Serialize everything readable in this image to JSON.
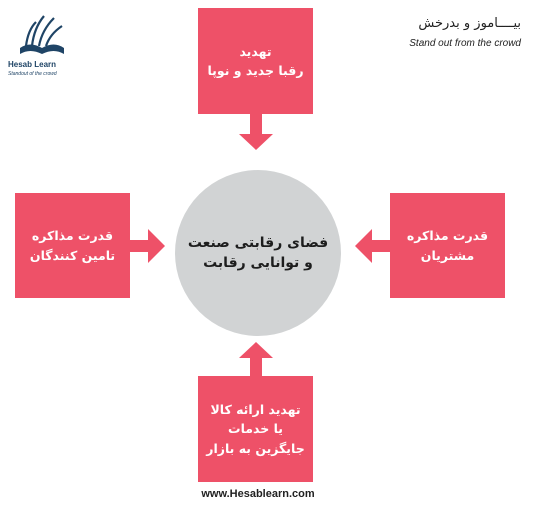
{
  "logo": {
    "name": "Hesab Learn",
    "tagline": "Standout of the crowd",
    "color": "#1f4466"
  },
  "slogan": {
    "fa": "بیــــاموز و بدرخش",
    "en": "Stand out from the crowd"
  },
  "diagram": {
    "center": {
      "line1": "فضای رقابتی صنعت",
      "line2": "و توانایی رقابت"
    },
    "top": {
      "line1": "تهدید",
      "line2": "رقبا جدید و نوپا"
    },
    "left": {
      "line1": "قدرت مذاکره",
      "line2": "تامین کنندگان"
    },
    "right": {
      "line1": "قدرت مذاکره",
      "line2": "مشتریان"
    },
    "bottom": {
      "line1": "تهدید ارائه کالا",
      "line2": "یا خدمات",
      "line3": "جایگزین به بازار"
    }
  },
  "colors": {
    "box": "#ee5168",
    "circle": "#d1d3d4",
    "arrow": "#ee5168"
  },
  "footer": {
    "url": "www.Hesablearn.com"
  }
}
